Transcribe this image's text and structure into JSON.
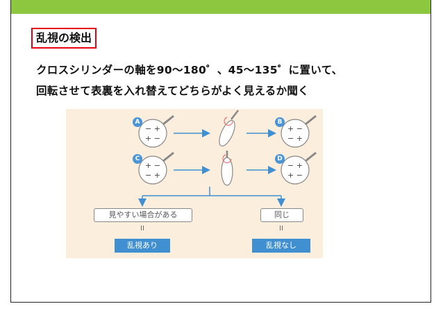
{
  "slide": {
    "title": "乱視の検出",
    "description_line1": "クロスシリンダーの軸を90～180゜、45～135゜に置いて、",
    "description_line2": "回転させて表裏を入れ替えてどちらがよく見えるか聞く"
  },
  "figure": {
    "markers": [
      "A",
      "B",
      "C",
      "D"
    ],
    "left_result": {
      "box": "見やすい場合がある",
      "eq": "II",
      "result": "乱視あり"
    },
    "right_result": {
      "box": "同じ",
      "eq": "II",
      "result": "乱視なし"
    },
    "plus": "+",
    "minus": "−"
  },
  "colors": {
    "accent_green": "#8dc63f",
    "title_border": "#e60012",
    "arrow_blue": "#3f8fd1"
  }
}
